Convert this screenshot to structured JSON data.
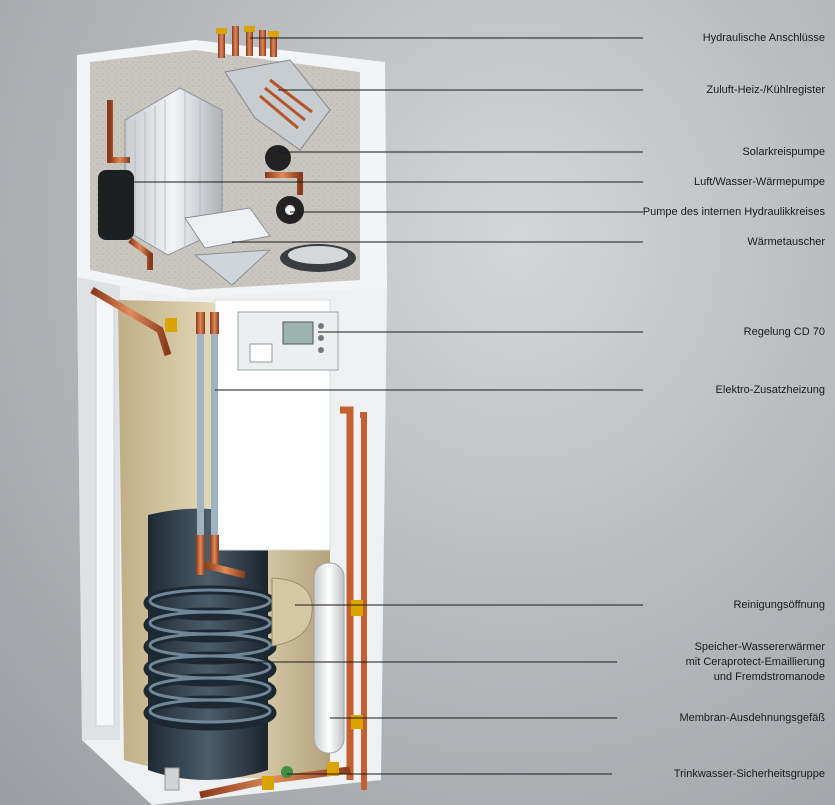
{
  "labels": [
    {
      "key": "hydraulic_connections",
      "text": "Hydraulische Anschlüsse"
    },
    {
      "key": "supply_air_register",
      "text": "Zuluft-Heiz-/Kühlregister"
    },
    {
      "key": "solar_pump",
      "text": "Solarkreispumpe"
    },
    {
      "key": "air_water_heat_pump",
      "text": "Luft/Wasser-Wärmepumpe"
    },
    {
      "key": "internal_hydraulic_pump",
      "text": "Pumpe des internen Hydraulikkreises"
    },
    {
      "key": "heat_exchanger",
      "text": "Wärmetauscher"
    },
    {
      "key": "control_cd70",
      "text": "Regelung CD 70"
    },
    {
      "key": "electric_heater",
      "text": "Elektro-Zusatzheizung"
    },
    {
      "key": "cleaning_opening",
      "text": "Reinigungsöffnung"
    },
    {
      "key": "storage_heater_line1",
      "text": "Speicher-Wassererwärmer"
    },
    {
      "key": "storage_heater_line2",
      "text": "mit Ceraprotect-Emaillierung"
    },
    {
      "key": "storage_heater_line3",
      "text": "und Fremdstromanode"
    },
    {
      "key": "expansion_vessel",
      "text": "Membran-Ausdehnungsgefäß"
    },
    {
      "key": "safety_group",
      "text": "Trinkwasser-Sicherheitsgruppe"
    }
  ]
}
